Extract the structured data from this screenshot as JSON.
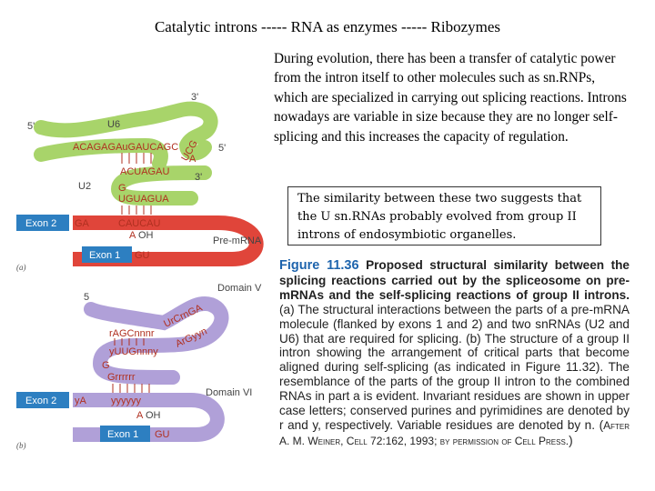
{
  "title": "Catalytic introns ----- RNA as enzymes ----- Ribozymes",
  "intro": "During evolution, there has been a transfer of catalytic power from the intron itself to other molecules such as sn.RNPs, which are specialized in carrying out splicing reactions. Introns nowadays are variable in size because they are no longer self-splicing and this increases the capacity of regulation.",
  "callout": "The similarity between these two suggests that the U sn.RNAs probably evolved from group II introns of endosymbiotic organelles.",
  "figure": {
    "label": "Figure 11.36",
    "heading": "Proposed structural similarity between the splicing reactions carried out by the spliceosome on pre-mRNAs and the self-splicing reactions of group II introns.",
    "body": "(a) The structural interactions between the parts of a pre-mRNA molecule (flanked by exons 1 and 2) and two snRNAs (U2 and U6) that are required for splicing. (b) The structure of a group II intron showing the arrangement of critical parts that become aligned during self-splicing (as indicated in Figure 11.32). The resemblance of the parts of the group II intron to the combined RNAs in part a is evident. Invariant residues are shown in upper case letters; conserved purines and pyrimidines are denoted by r and y, respectively. Variable residues are denoted by n.",
    "credit_open": "(",
    "credit": "After A. M. Weiner, Cell 72:162, 1993; by permission of Cell Press.",
    "credit_close": ")"
  },
  "diagram_a": {
    "panel": "(a)",
    "u6": "U6",
    "u2": "U2",
    "prime5": "5'",
    "prime3": "3'",
    "prime5b": "5'",
    "prime3b": "3'",
    "seq1": "ACAGAGAuGAUCAGC",
    "seq_a": "A",
    "seq2": "UCG",
    "seq3": "ACUAGAU",
    "seq4": "G",
    "seq5": "UGUAGUA",
    "seq6": "GA",
    "seq7": "CAUCAU",
    "seq8": "GU",
    "seq9": "A",
    "oh": "OH",
    "exon1": "Exon 1",
    "exon2": "Exon 2",
    "premrna": "Pre-mRNA"
  },
  "diagram_b": {
    "panel": "(b)",
    "domain5": "Domain V",
    "domain6": "Domain VI",
    "five": "5",
    "seq1": "rAGCnnnr",
    "seq2": "yUUGnnny",
    "seq3": "G",
    "seq4": "Grrrrrr",
    "seq5": "yA",
    "seq6": "yyyyyy",
    "seq7": "A",
    "seq8": "GU",
    "loop": "UrCrnGA",
    "loop2": "ArGyyn",
    "oh": "OH",
    "exon1": "Exon 1",
    "exon2": "Exon 2"
  },
  "colors": {
    "green": "#a8d46a",
    "red": "#e0453a",
    "purple": "#b0a0d8",
    "blue": "#2d7fc1",
    "figure_blue": "#1e64ad"
  }
}
